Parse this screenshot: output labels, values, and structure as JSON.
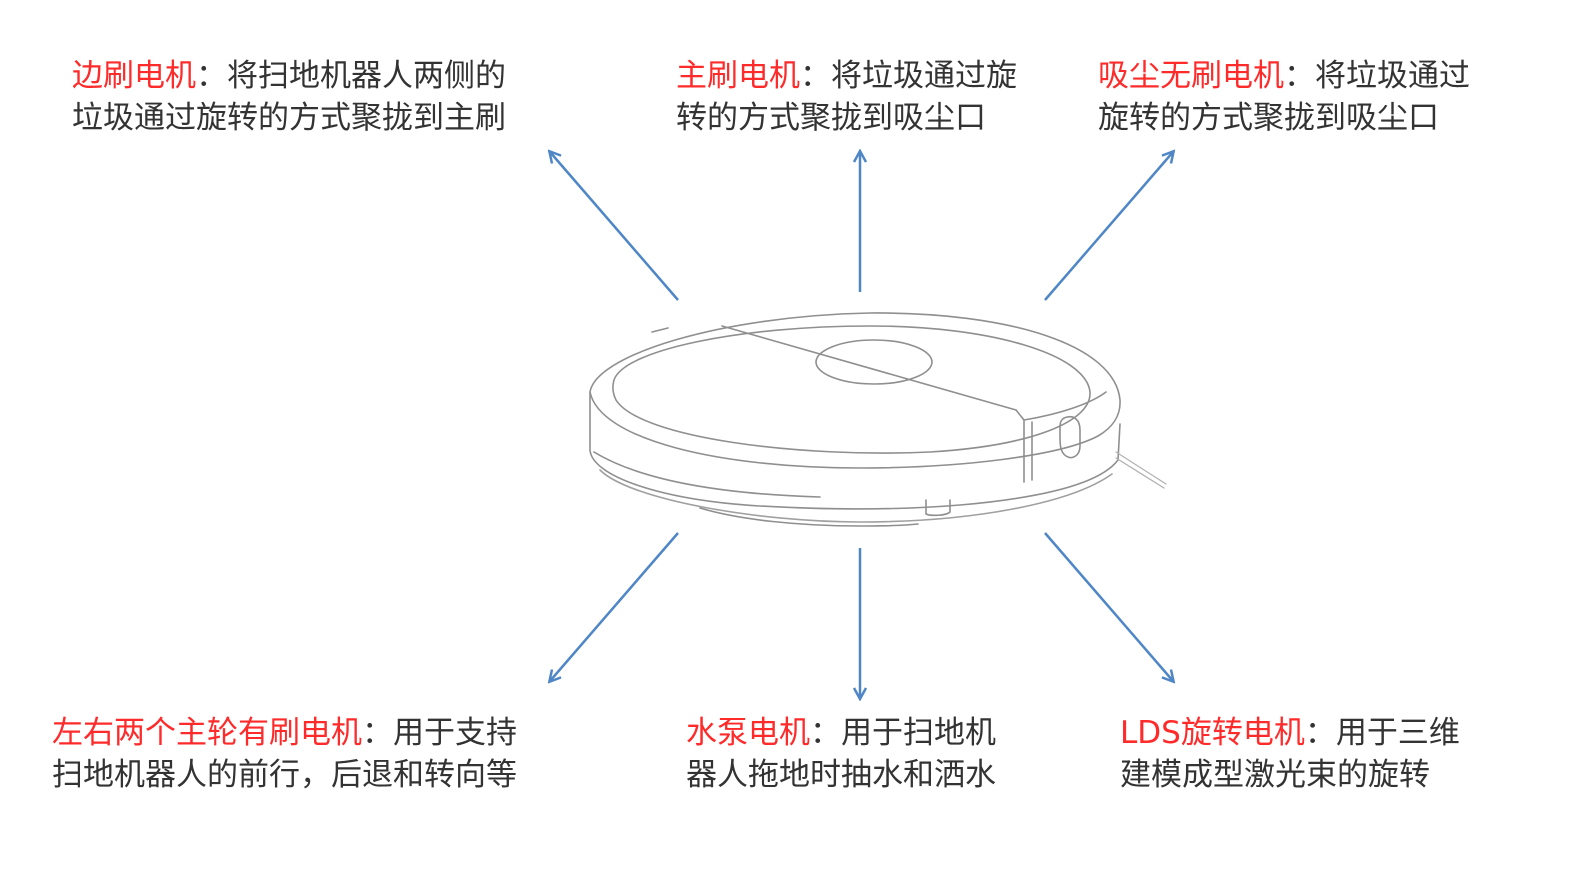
{
  "colors": {
    "title": "#ff2a2a",
    "text": "#333333",
    "arrow": "#4f86c6",
    "device_line": "#9a9a9a"
  },
  "labels": {
    "side_brush": {
      "title": "边刷电机",
      "line1": "：将扫地机器人两侧的",
      "line2": "垃圾通过旋转的方式聚拢到主刷"
    },
    "main_brush": {
      "title": "主刷电机",
      "line1": "：将垃圾通过旋",
      "line2": "转的方式聚拢到吸尘口"
    },
    "vacuum": {
      "title": "吸尘无刷电机",
      "line1": "：将垃圾通过",
      "line2": "旋转的方式聚拢到吸尘口"
    },
    "wheels": {
      "title": "左右两个主轮有刷电机",
      "line1": "：用于支持",
      "line2": "扫地机器人的前行，后退和转向等"
    },
    "pump": {
      "title": "水泵电机",
      "line1": "：用于扫地机",
      "line2": "器人拖地时抽水和洒水"
    },
    "lds": {
      "title": "LDS旋转电机",
      "line1": "：用于三维",
      "line2": "建模成型激光束的旋转"
    }
  }
}
